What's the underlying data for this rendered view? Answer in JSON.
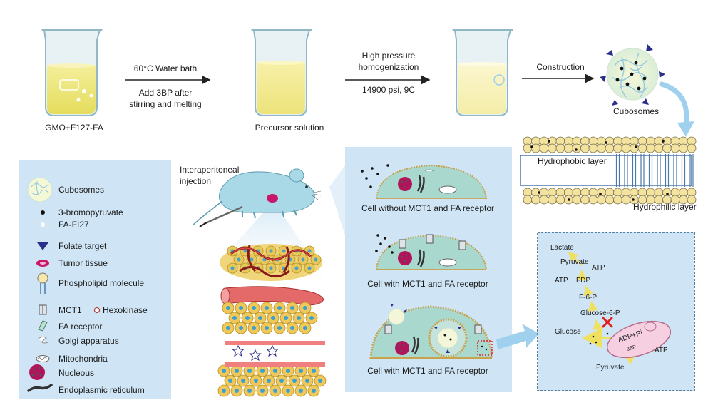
{
  "process": {
    "beaker1_label": "GMO+F127-FA",
    "step1_top": "60°C Water bath",
    "step1_bottom_line1": "Add 3BP after",
    "step1_bottom_line2": "stirring and melting",
    "beaker2_label": "Precursor solution",
    "step2_top_line1": "High pressure",
    "step2_top_line2": "homogenization",
    "step2_bottom": "14900 psi, 9C",
    "step3_label": "Construction",
    "cubosome_label": "Cubosomes"
  },
  "membrane": {
    "hydrophobic_label": "Hydrophobic layer",
    "hydrophilic_label": "Hydrophilic layer"
  },
  "legend": {
    "items": [
      {
        "key": "cubosomes",
        "label": "Cubosomes"
      },
      {
        "key": "bromopyruvate",
        "label": "3-bromopyruvate"
      },
      {
        "key": "fa-fi27",
        "label": "FA-FI27"
      },
      {
        "key": "folate-target",
        "label": "Folate target"
      },
      {
        "key": "tumor-tissue",
        "label": "Tumor tissue"
      },
      {
        "key": "phospholipid",
        "label": "Phospholipid molecule"
      },
      {
        "key": "mct1",
        "label": "MCT1"
      },
      {
        "key": "hexokinase",
        "label": "Hexokinase"
      },
      {
        "key": "fa-receptor",
        "label": "FA receptor"
      },
      {
        "key": "golgi",
        "label": "Golgi apparatus"
      },
      {
        "key": "mitochondria",
        "label": "Mitochondria"
      },
      {
        "key": "nucleous",
        "label": "Nucleous"
      },
      {
        "key": "er",
        "label": "Endoplasmic reticulum"
      }
    ]
  },
  "injection": {
    "line1": "Interaperitoneal",
    "line2": "injection"
  },
  "cells": {
    "cell1_label": "Cell without MCT1 and FA receptor",
    "cell2_label": "Cell with MCT1 and FA receptor",
    "cell3_label": "Cell with MCT1 and FA receptor"
  },
  "pathway": {
    "lactate": "Lactate",
    "pyruvate_top": "Pyruvate",
    "atp1": "ATP",
    "atp2": "ATP",
    "fdp": "FDP",
    "f6p": "F-6-P",
    "g6p": "Glucose-6-P",
    "glucose": "Glucose",
    "adp": "ADP+Pi",
    "tbp": "3BP",
    "atp3": "ATP",
    "pyruvate_bottom": "Pyruvate"
  },
  "colors": {
    "panel_blue": "#cfe5f5",
    "cell_green": "#a9d8cf",
    "nucleus_magenta": "#b0145a",
    "folate_navy": "#2a2f8a",
    "membrane_head": "#f3e3a0",
    "arrow_blue": "#9fd0ee",
    "inhibit_red": "#e02020",
    "mito_pink": "#f6cfe0"
  }
}
